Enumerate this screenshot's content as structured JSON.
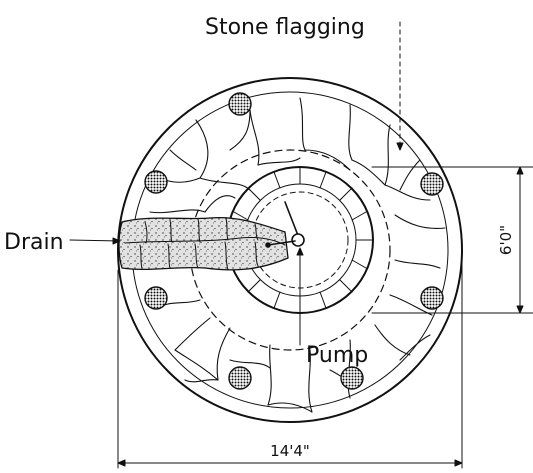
{
  "labels": {
    "stone_flagging": "Stone flagging",
    "drain": "Drain",
    "pump": "Pump",
    "inner_dimension": "6'0\"",
    "outer_dimension": "14'4\""
  }
}
